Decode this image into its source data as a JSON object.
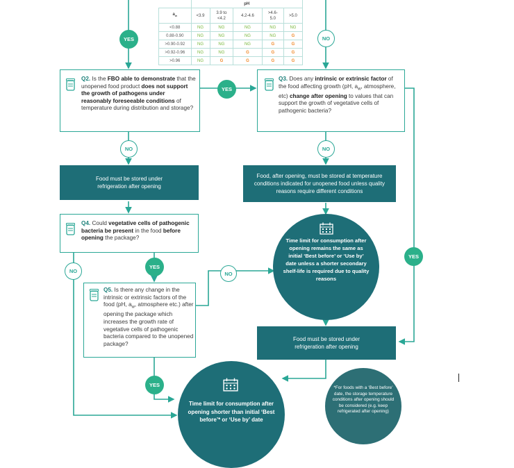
{
  "table": {
    "title": "pH",
    "aw_label": "a",
    "aw_sub": "w",
    "columns": [
      "<3.9",
      "3.9 to\n<4.2",
      "4.2-4.6",
      ">4.6-\n5.0",
      ">5.0"
    ],
    "rows": [
      {
        "aw": "<0.88",
        "cells": [
          "NG",
          "NG",
          "NG",
          "NG",
          "NG"
        ]
      },
      {
        "aw": "0.88-0.90",
        "cells": [
          "NG",
          "NG",
          "NG",
          "NG",
          "G"
        ]
      },
      {
        "aw": ">0.90-0.92",
        "cells": [
          "NG",
          "NG",
          "NG",
          "G",
          "G"
        ]
      },
      {
        "aw": ">0.92-0.96",
        "cells": [
          "NG",
          "NG",
          "G",
          "G",
          "G"
        ]
      },
      {
        "aw": ">0.96",
        "cells": [
          "NG",
          "G",
          "G",
          "G",
          "G"
        ]
      }
    ]
  },
  "labels": {
    "yes": "YES",
    "no": "NO"
  },
  "q2": {
    "num": "Q2.",
    "t1": " Is the ",
    "b1": "FBO able to demonstrate",
    "t2": " that the unopened food product ",
    "b2": "does not support the growth of pathogens under reasonably foreseeable conditions",
    "t3": " of temperature during distribution and storage?"
  },
  "q3": {
    "num": "Q3.",
    "t1": " Does any ",
    "b1": "intrinsic or extrinsic factor",
    "t2": " of the food affecting growth (pH, a",
    "sub": "w",
    "t3": ", atmosphere, etc) ",
    "b2": "change after opening",
    "t4": " to values that can support the growth of vegetative cells of pathogenic bacteria?"
  },
  "q4": {
    "num": "Q4.",
    "t1": " Could ",
    "b1": "vegetative cells of pathogenic bacteria be present",
    "t2": " in the food ",
    "b2": "before opening",
    "t3": " the package?"
  },
  "q5": {
    "num": "Q5.",
    "t1": " Is there any change in the intrinsic or extrinsic factors of the food (pH, a",
    "sub": "w",
    "t2": ", atmosphere etc.) after opening the package which increases the growth rate of vegetative cells of pathogenic bacteria compared to the unopened package?"
  },
  "box_refrig_left": "Food must be stored under refrigeration after opening",
  "box_after_opening": "Food, after opening, must be stored at temperature conditions indicated for unopened food unless quality reasons require different conditions",
  "box_refrig_right": "Food must be stored under refrigeration after opening",
  "circle_same": "Time limit for consumption after opening remains the same as initial ‘Best before’ or ‘Use by’ date unless a shorter secondary shelf-life is required due to quality reasons",
  "circle_shorter": "Time limit for consumption after opening shorter than initial ‘Best before’* or ‘Use by’ date",
  "footnote": "*For foods with a ‘Best before’ date, the storage temperature conditions after opening should be considered (e.g. keep refrigerated after opening)",
  "colors": {
    "teal_dark": "#1e6e77",
    "teal": "#2aa796",
    "green_yes": "#2bb08a",
    "ng": "#7ab83d",
    "g": "#f08a2a"
  },
  "icons": [
    "jar-icon",
    "calendar-icon"
  ]
}
